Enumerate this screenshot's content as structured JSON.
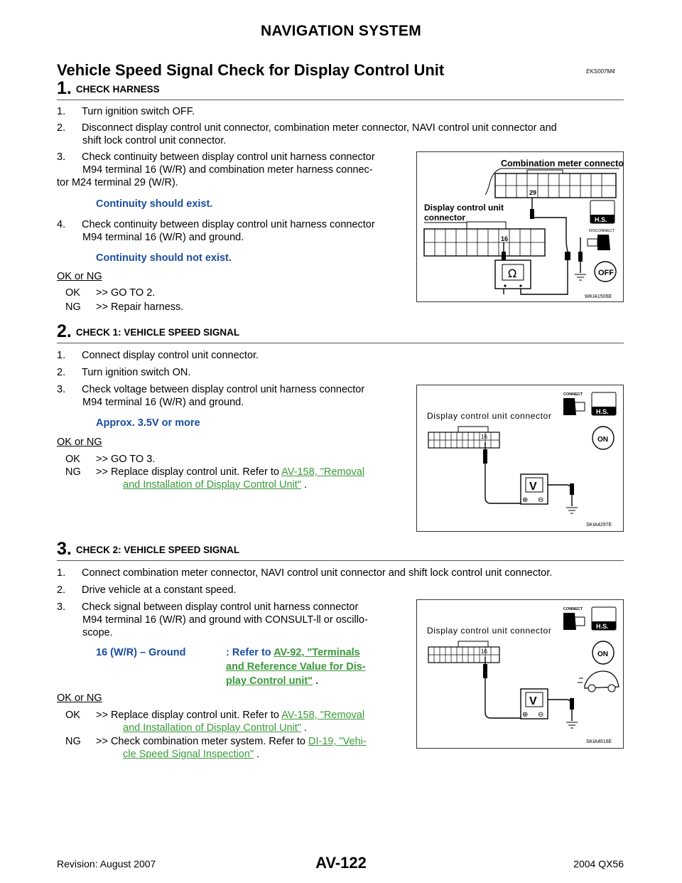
{
  "header": {
    "title": "NAVIGATION SYSTEM"
  },
  "section": {
    "title": "Vehicle Speed Signal Check for Display Control Unit",
    "code": "EKS007M4"
  },
  "step1": {
    "num": "1.",
    "title": "CHECK HARNESS",
    "items": [
      {
        "n": "1.",
        "text": "Turn ignition switch OFF."
      },
      {
        "n": "2.",
        "text": "Disconnect display control unit connector, combination meter connector, NAVI control unit connector and",
        "cont": "shift lock control unit connector."
      },
      {
        "n": "3.",
        "text": "Check continuity between display control unit harness connector",
        "cont1": "M94 terminal 16 (W/R) and combination meter harness connec-",
        "cont2": "tor M24 terminal 29 (W/R)."
      },
      {
        "n": "4.",
        "text": "Check continuity between display control unit harness connector",
        "cont1": "M94 terminal 16 (W/R) and ground."
      }
    ],
    "spec1": "Continuity should exist.",
    "spec2": "Continuity should not exist.",
    "okng": "OK or NG",
    "ok_key": "OK",
    "ok_val": ">> GO TO 2.",
    "ng_key": "NG",
    "ng_val": ">> Repair harness.",
    "figure": {
      "meter_label": "Combination meter connector",
      "dcu_label1": "Display control unit",
      "dcu_label2": "connector",
      "pin_meter": "29",
      "pin_dcu": "16",
      "ohm": "Ω",
      "hs": "H.S.",
      "disconnect": "DISCONNECT",
      "off": "OFF",
      "caption": "WKIA1506E"
    }
  },
  "step2": {
    "num": "2.",
    "title": "CHECK 1: VEHICLE SPEED SIGNAL",
    "items": [
      {
        "n": "1.",
        "text": "Connect display control unit connector."
      },
      {
        "n": "2.",
        "text": "Turn ignition switch ON."
      },
      {
        "n": "3.",
        "text": "Check voltage between display control unit harness connector",
        "cont1": "M94 terminal 16 (W/R) and ground."
      }
    ],
    "spec": "Approx. 3.5V or more",
    "okng": "OK or NG",
    "ok_key": "OK",
    "ok_val": ">> GO TO 3.",
    "ng_key": "NG",
    "ng_val": ">> Replace display control unit. Refer to",
    "ng_link1": "AV-158, \"Removal",
    "ng_link2": "and Installation of Display Control Unit\"",
    "ng_tail": " .",
    "figure": {
      "label": "Display control unit connector",
      "pin": "16",
      "connect": "CONNECT",
      "hs": "H.S.",
      "on": "ON",
      "meter": "V",
      "plus": "⊕",
      "minus": "⊖",
      "caption": "SKIA4297E"
    }
  },
  "step3": {
    "num": "3.",
    "title": "CHECK 2: VEHICLE SPEED SIGNAL",
    "items": [
      {
        "n": "1.",
        "text": "Connect combination meter connector, NAVI control unit connector and shift lock control unit connector."
      },
      {
        "n": "2.",
        "text": "Drive vehicle at a constant speed."
      },
      {
        "n": "3.",
        "text": "Check signal between display control unit harness connector",
        "cont1": "M94 terminal 16 (W/R) and ground with CONSULT-ll or oscillo-",
        "cont2": "scope."
      }
    ],
    "spec_key": "16 (W/R) – Ground",
    "spec_val": ": Refer to",
    "spec_link1": "AV-92, \"Terminals",
    "spec_link2": "and Reference Value for Dis-",
    "spec_link3": "play Control unit\"",
    "spec_tail": " .",
    "okng": "OK or NG",
    "ok_key": "OK",
    "ok_val": ">> Replace display control unit. Refer to",
    "ok_link1": "AV-158, \"Removal",
    "ok_link2": "and Installation of Display Control Unit\"",
    "ok_tail": " .",
    "ng_key": "NG",
    "ng_val": ">> Check combination meter system. Refer to",
    "ng_link1": "DI-19, \"Vehi-",
    "ng_link2": "cle Speed Signal Inspection\"",
    "ng_tail": " .",
    "figure": {
      "label": "Display control unit connector",
      "pin": "16",
      "connect": "CONNECT",
      "hs": "H.S.",
      "on": "ON",
      "meter": "V",
      "plus": "⊕",
      "minus": "⊖",
      "caption": "SKIA4616E"
    }
  },
  "footer": {
    "revision": "Revision: August 2007",
    "page": "AV-122",
    "model": "2004 QX56"
  }
}
